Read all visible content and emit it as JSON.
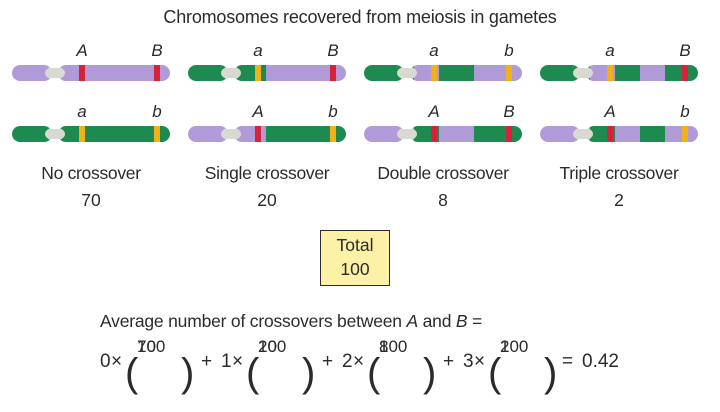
{
  "title": "Chromosomes recovered from meiosis in gametes",
  "colors": {
    "purple": "#b09ad8",
    "green": "#1d8b4f",
    "centromere": "#d9d9d4",
    "allele_A_B": "#d8213a",
    "allele_a_b": "#f0b11a",
    "total_box": "#fdf1a7"
  },
  "classes": [
    {
      "name": "No crossover",
      "count": "70",
      "top": {
        "alleles": [
          "A",
          "B"
        ]
      },
      "bottom": {
        "alleles": [
          "a",
          "b"
        ]
      }
    },
    {
      "name": "Single crossover",
      "count": "20",
      "top": {
        "alleles": [
          "a",
          "B"
        ]
      },
      "bottom": {
        "alleles": [
          "A",
          "b"
        ]
      }
    },
    {
      "name": "Double crossover",
      "count": "8",
      "top": {
        "alleles": [
          "a",
          "b"
        ]
      },
      "bottom": {
        "alleles": [
          "A",
          "B"
        ]
      }
    },
    {
      "name": "Triple crossover",
      "count": "2",
      "top": {
        "alleles": [
          "a",
          "B"
        ]
      },
      "bottom": {
        "alleles": [
          "A",
          "b"
        ]
      }
    }
  ],
  "total": {
    "label": "Total",
    "value": "100"
  },
  "average_label": {
    "prefix": "Average number of crossovers between ",
    "A": "A",
    "and": " and ",
    "B": "B",
    "suffix": " ="
  },
  "equation": {
    "terms": [
      {
        "mult": "0",
        "num": "70",
        "den": "100"
      },
      {
        "mult": "1",
        "num": "20",
        "den": "100"
      },
      {
        "mult": "2",
        "num": "8",
        "den": "100"
      },
      {
        "mult": "3",
        "num": "2",
        "den": "100"
      }
    ],
    "times": "×",
    "plus": "+",
    "equals": "=",
    "result": "0.42"
  }
}
